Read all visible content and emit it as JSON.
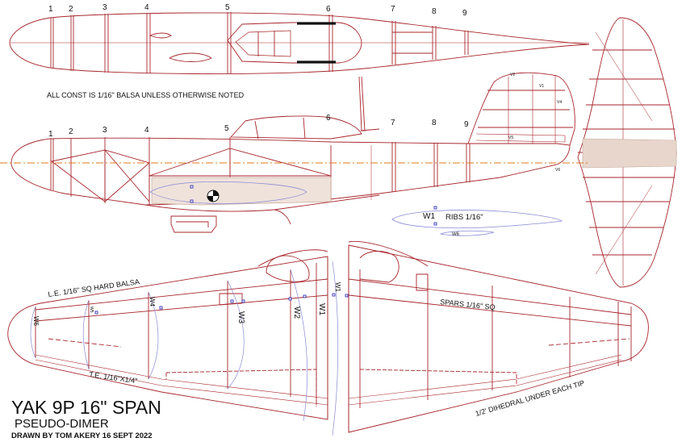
{
  "colors": {
    "structure": "#a8262c",
    "rib": "#8a8ad6",
    "centerline": "#e07a1a",
    "ink": "#111111",
    "wood": "#c7a89a"
  },
  "top_view": {
    "stations": [
      "1",
      "2",
      "3",
      "4",
      "5",
      "6",
      "7",
      "8",
      "9"
    ]
  },
  "side_view": {
    "stations": [
      "1",
      "2",
      "3",
      "4",
      "5",
      "6",
      "7",
      "8",
      "9"
    ]
  },
  "general_note": "ALL CONST IS 1/16\" BALSA UNLESS OTHERWISE NOTED",
  "tail": {
    "labels": [
      "V2",
      "V1",
      "V4",
      "V5",
      "V6"
    ]
  },
  "ribs_note": {
    "w1_label": "W1",
    "text": "RIBS 1/16\"",
    "w6_label": "W6"
  },
  "wing": {
    "le_note": "L.E. 1/16\" SQ HARD BALSA",
    "te_note": "T.E. 1/16\"X1/4\"",
    "spars_note": "SPARS 1/16\" SQ",
    "dihedral_note": "1/2' DIHEDRAL UNDER EACH TIP",
    "rib_labels": [
      "W6",
      "W5",
      "W4",
      "W3",
      "W2",
      "W1",
      "W1"
    ]
  },
  "title_block": {
    "title": "YAK 9P 16\" SPAN",
    "subtitle": "PSEUDO-DIMER",
    "credit": "DRAWN BY TOM AKERY 16 SEPT 2022"
  }
}
